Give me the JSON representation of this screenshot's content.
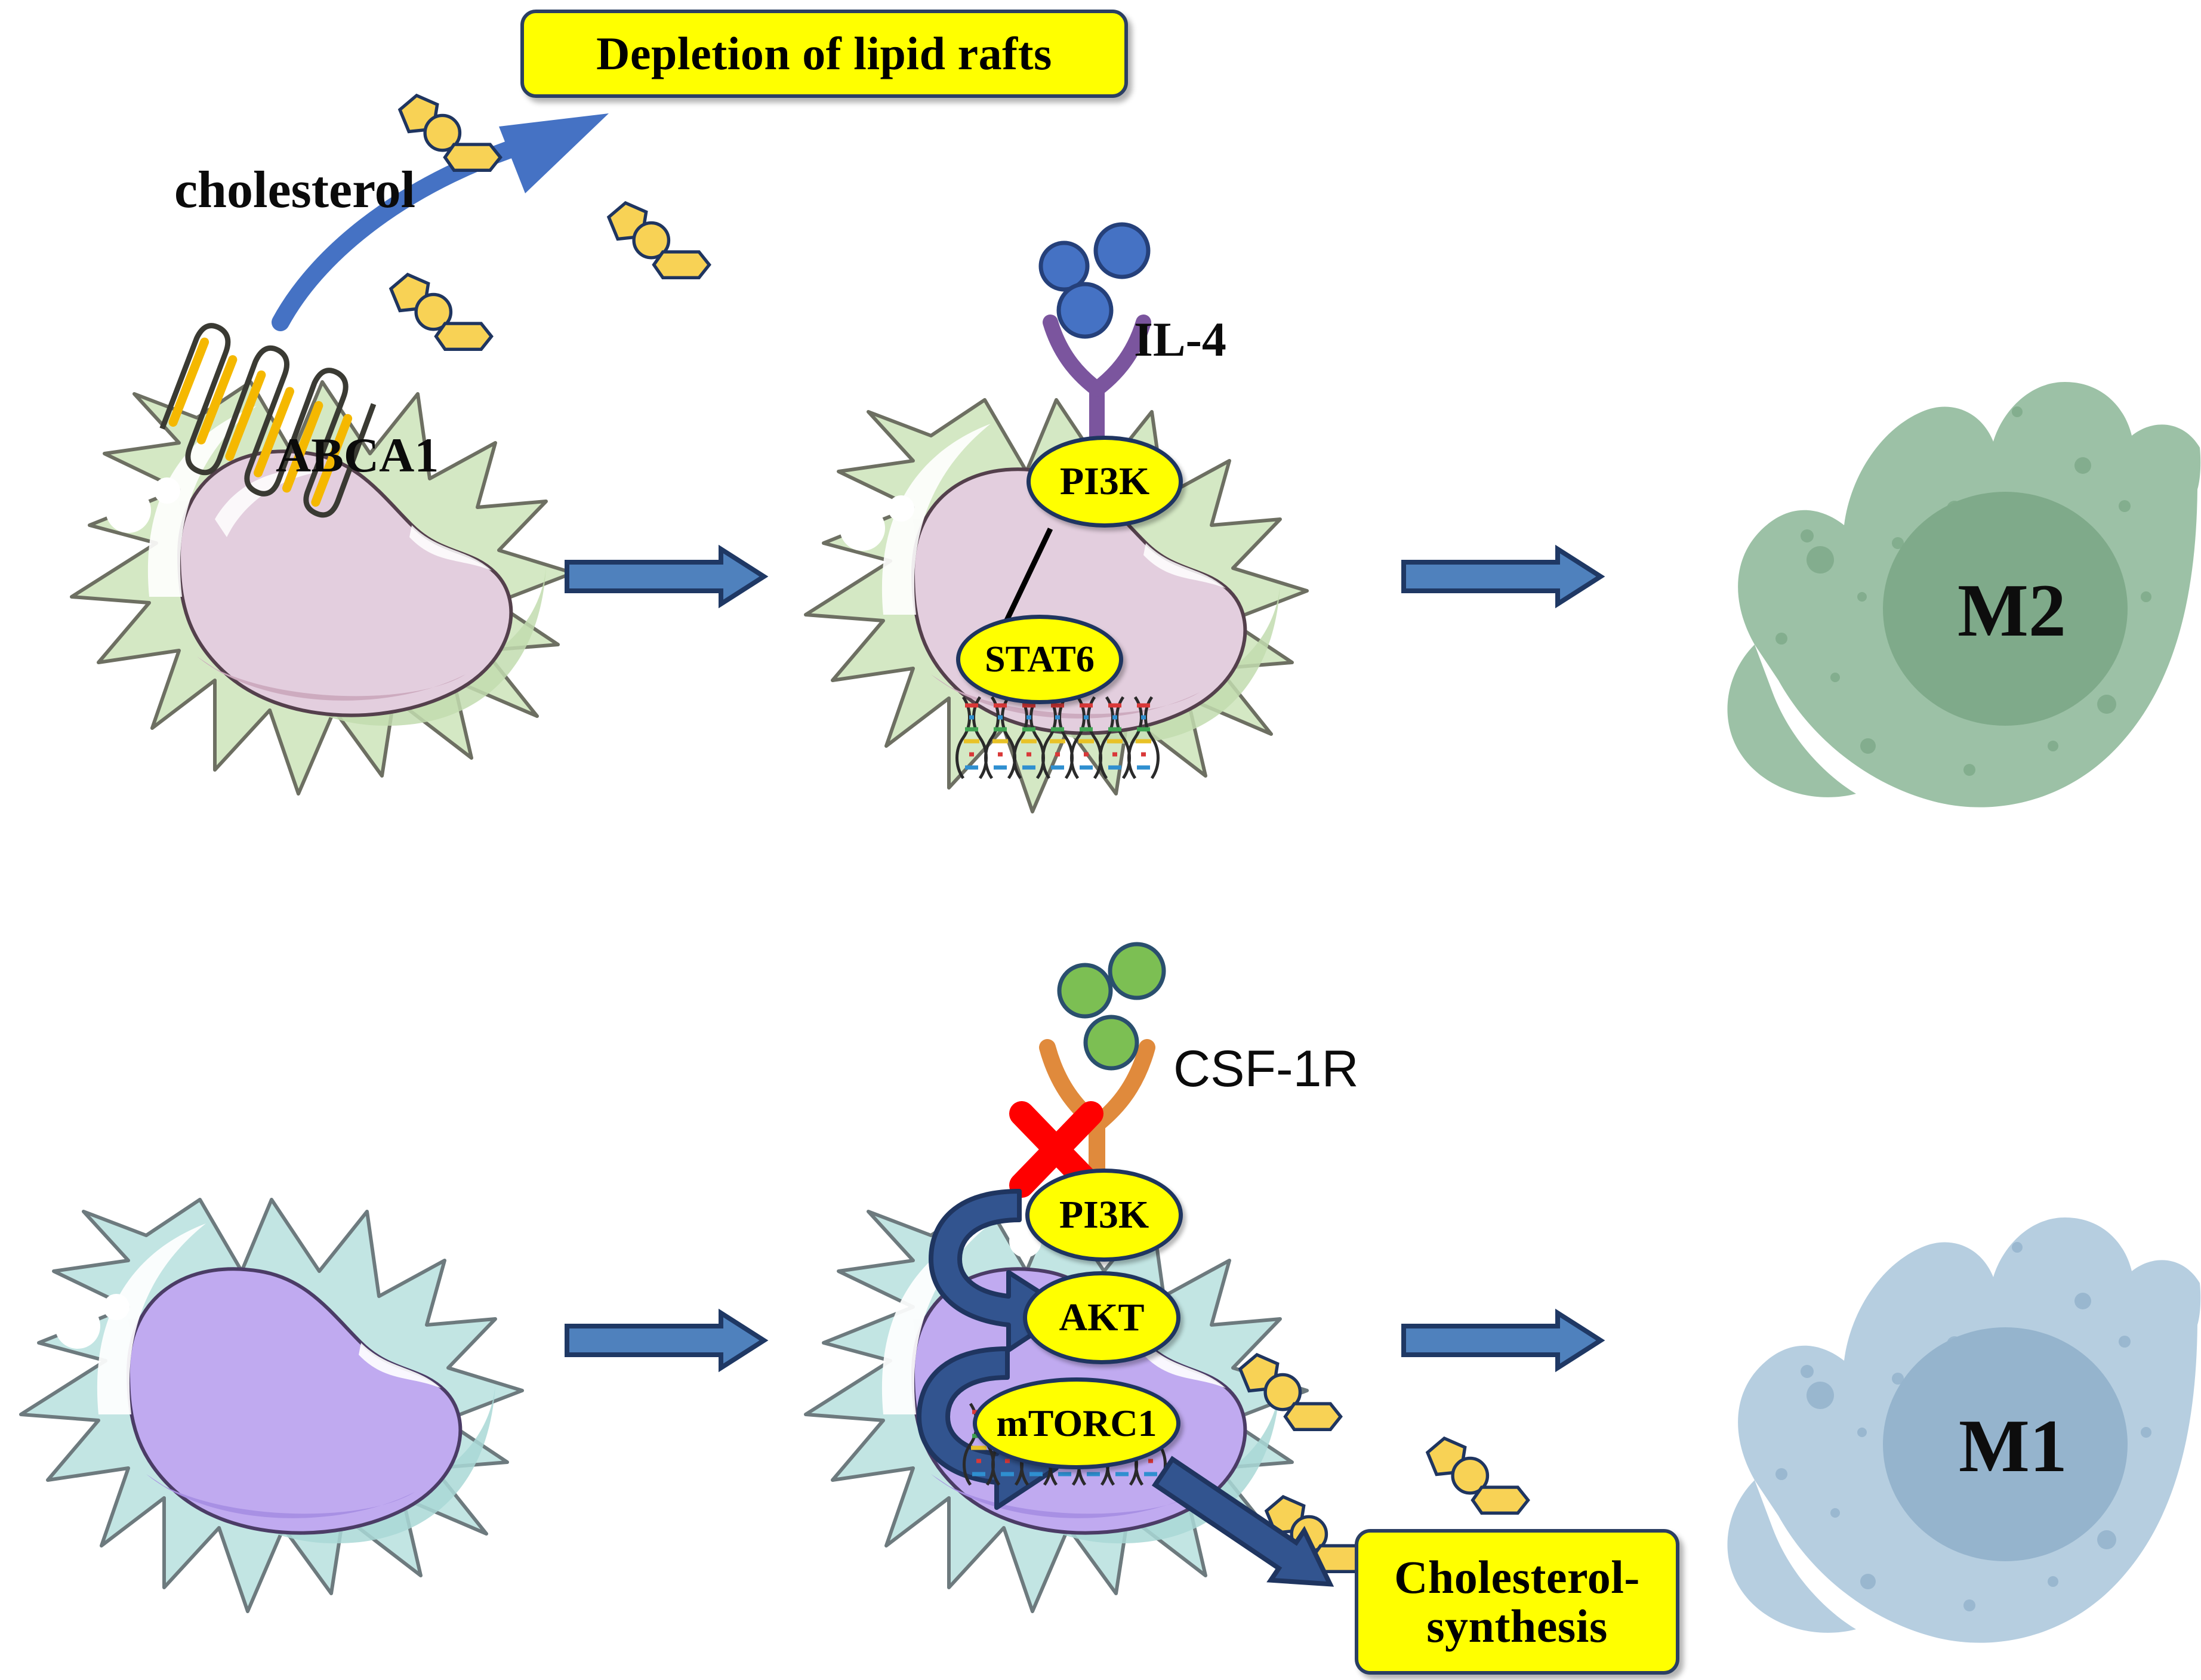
{
  "figure": {
    "title_boxes": [
      {
        "id": "depletion",
        "text": "Depletion of lipid rafts"
      },
      {
        "id": "chol_synth",
        "line1": "Cholesterol-",
        "line2": "synthesis"
      }
    ],
    "plain_labels": [
      {
        "id": "cholesterol",
        "text": "cholesterol"
      },
      {
        "id": "abca1",
        "text": "ABCA1"
      },
      {
        "id": "il4",
        "text": "IL-4"
      },
      {
        "id": "csf1r",
        "text": "CSF-1R"
      }
    ],
    "signal_nodes": [
      {
        "id": "pi3k_top",
        "text": "PI3K"
      },
      {
        "id": "stat6",
        "text": "STAT6"
      },
      {
        "id": "pi3k_bottom",
        "text": "PI3K"
      },
      {
        "id": "akt",
        "text": "AKT"
      },
      {
        "id": "mtorc1",
        "text": "mTORC1"
      }
    ],
    "outcomes": [
      {
        "id": "m2",
        "text": "M2"
      },
      {
        "id": "m1",
        "text": "M1"
      }
    ],
    "icons": [
      {
        "id": "cholesterol-molecule-icon",
        "name": "cholesterol-molecule"
      },
      {
        "id": "abca1-transporter-icon",
        "name": "abca1-transporter"
      },
      {
        "id": "il4-receptor-icon",
        "name": "il4-receptor"
      },
      {
        "id": "csf1r-receptor-icon",
        "name": "csf1r-receptor"
      },
      {
        "id": "dna-helix-icon",
        "name": "dna-double-helix"
      },
      {
        "id": "block-x-icon",
        "name": "red-x-block"
      },
      {
        "id": "transition-arrow-icon",
        "name": "block-arrow-right"
      },
      {
        "id": "efflux-arrow-icon",
        "name": "curved-efflux-arrow"
      },
      {
        "id": "cascade-arrow-icon",
        "name": "curved-cascade-arrow"
      }
    ],
    "colors": {
      "highlight_box_fill": "#ffff00",
      "highlight_box_border": "#2b3f63",
      "block_arrow_fill": "#4f81bd",
      "block_arrow_border": "#1f3864",
      "cascade_arrow_fill": "#32548f",
      "cholesterol_fill": "#f8d255",
      "cholesterol_border": "#1f3560",
      "m2_cell_fill": "#9cc1a6",
      "m2_nucleus_fill": "#7faa8a",
      "m1_cell_fill": "#b6cee0",
      "m1_nucleus_fill": "#95b4cd",
      "green_cell_cyto": "#d4e8c4",
      "green_cell_nucleus": "#e3cede",
      "cyan_cell_cyto": "#c2e5e3",
      "cyan_cell_nucleus": "#c0aaf0",
      "il4_receptor": "#7b559e",
      "il4_ligand": "#4572c4",
      "csf1r_receptor": "#e08a3c",
      "csf1r_ligand": "#7cbf53",
      "block_x": "#ff0000",
      "abca1_helix": "#f5b800"
    },
    "rows": [
      {
        "id": "row-m2-polarization",
        "outcome": "M2",
        "receptor": "IL-4",
        "nodes": [
          "PI3K",
          "STAT6"
        ],
        "transporter": "ABCA1"
      },
      {
        "id": "row-m1-polarization",
        "outcome": "M1",
        "receptor": "CSF-1R",
        "nodes": [
          "PI3K",
          "AKT",
          "mTORC1"
        ],
        "blocked": true
      }
    ]
  }
}
